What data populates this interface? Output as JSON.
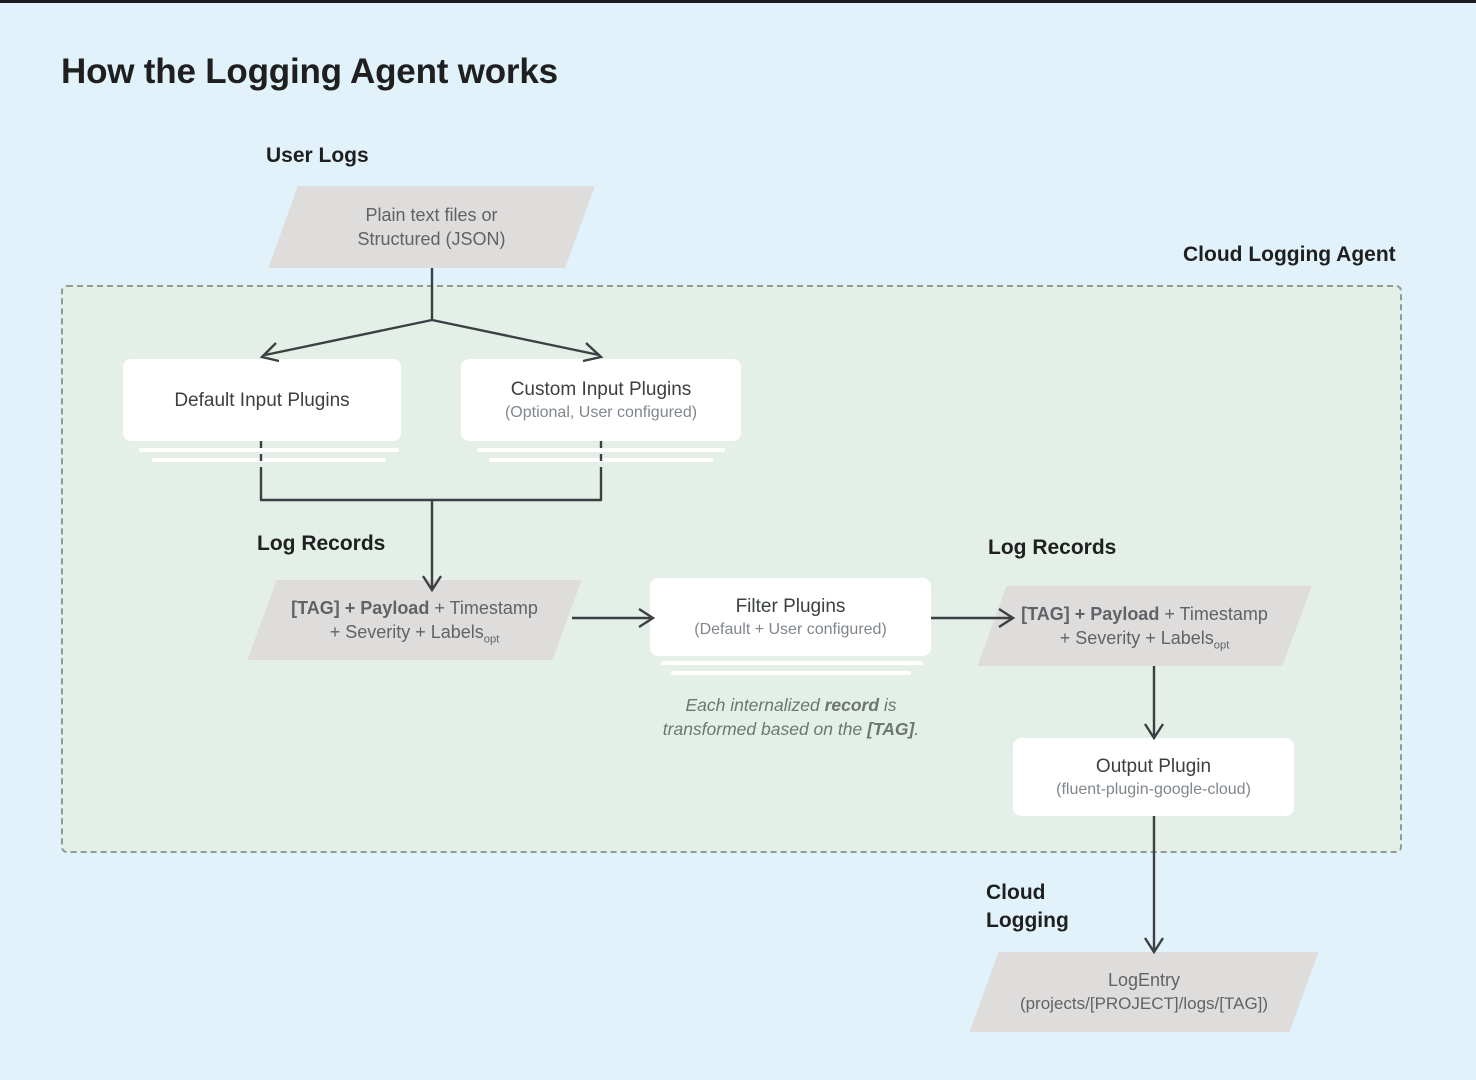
{
  "page": {
    "title": "How the Logging Agent works",
    "background_color": "#e2f2fb",
    "agent_region_color": "#e3efe7",
    "node_fill_color": "#dfdcdc",
    "box_fill_color": "#ffffff",
    "wire_color": "#3c4043"
  },
  "labels": {
    "user_logs": "User Logs",
    "cloud_logging_agent": "Cloud Logging Agent",
    "log_records_left": "Log Records",
    "log_records_right": "Log Records",
    "cloud_logging": "Cloud\nLogging"
  },
  "nodes": {
    "user_logs_source": {
      "line1": "Plain text files or",
      "line2": "Structured (JSON)"
    },
    "default_input_plugins": {
      "title": "Default Input Plugins",
      "subtitle": ""
    },
    "custom_input_plugins": {
      "title": "Custom Input Plugins",
      "subtitle": "(Optional, User configured)"
    },
    "log_record_left": {
      "bold_part": "[TAG] + Payload",
      "rest_line1": " + Timestamp",
      "line2_prefix": "+ Severity + Labels",
      "line2_subscript": "opt"
    },
    "filter_plugins": {
      "title": "Filter Plugins",
      "subtitle": "(Default + User configured)"
    },
    "log_record_right": {
      "bold_part": "[TAG] + Payload",
      "rest_line1": " + Timestamp",
      "line2_prefix": "+ Severity + Labels",
      "line2_subscript": "opt"
    },
    "output_plugin": {
      "title": "Output Plugin",
      "subtitle": "(fluent-plugin-google-cloud)"
    },
    "log_entry": {
      "title": "LogEntry",
      "subtitle": "(projects/[PROJECT]/logs/[TAG])"
    }
  },
  "annotations": {
    "transform_note_line1_a": "Each internalized ",
    "transform_note_line1_b": "record",
    "transform_note_line1_c": " is",
    "transform_note_line2_a": "transformed based on the ",
    "transform_note_line2_b": "[TAG]",
    "transform_note_line2_c": "."
  }
}
